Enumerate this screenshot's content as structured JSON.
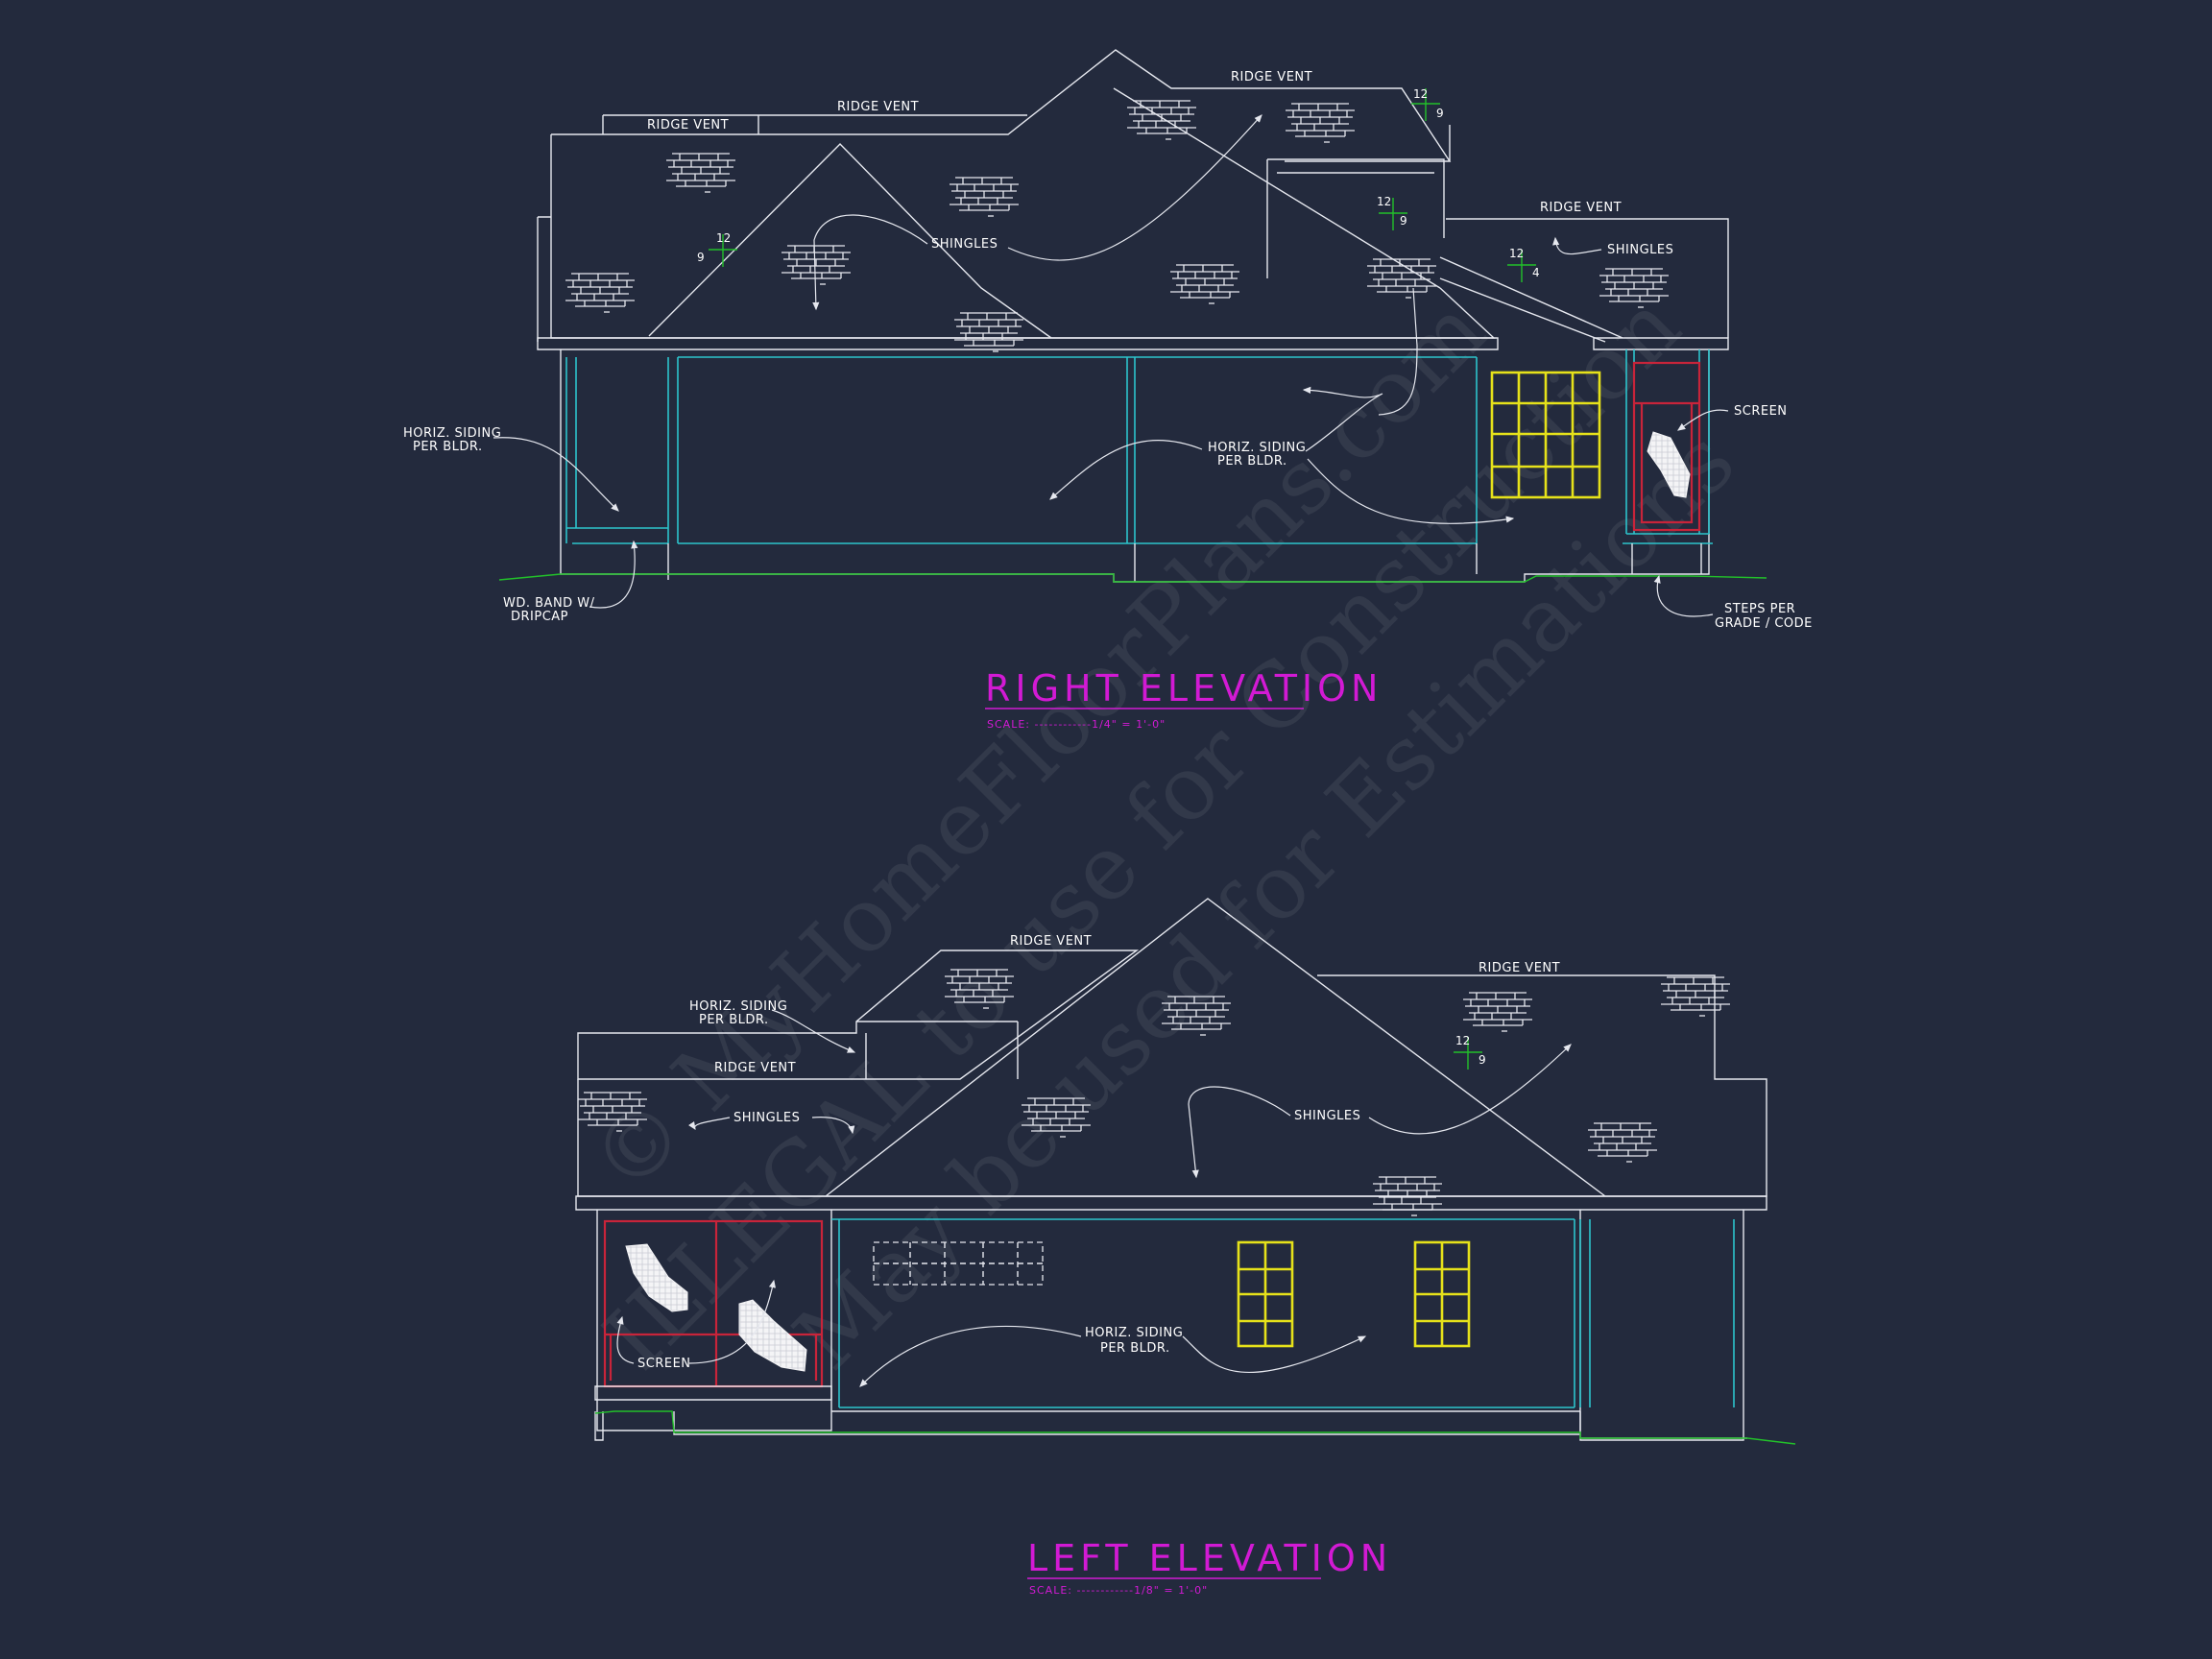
{
  "watermark": {
    "line1": "© MyHomeFloorPlans.com",
    "line2": "ILLEGAL to use for Construction",
    "line3": "May be used for Estimations"
  },
  "right_elevation": {
    "title": "RIGHT ELEVATION",
    "scale": "SCALE: ------------1/4\" = 1'-0\"",
    "labels": {
      "ridge_vent_1": "RIDGE VENT",
      "ridge_vent_2": "RIDGE VENT",
      "ridge_vent_3": "RIDGE VENT",
      "ridge_vent_4": "RIDGE VENT",
      "shingles_1": "SHINGLES",
      "shingles_2": "SHINGLES",
      "siding_left_1": "HORIZ. SIDING",
      "siding_left_2": "PER BLDR.",
      "siding_mid_1": "HORIZ. SIDING",
      "siding_mid_2": "PER BLDR.",
      "band_1": "WD. BAND W/",
      "band_2": "DRIPCAP",
      "screen": "SCREEN",
      "steps_1": "STEPS PER",
      "steps_2": "GRADE / CODE"
    },
    "pitches": [
      {
        "rise": "12",
        "run": "9"
      },
      {
        "rise": "12",
        "run": "9"
      },
      {
        "rise": "12",
        "run": "9"
      },
      {
        "rise": "12",
        "run": "4"
      }
    ]
  },
  "left_elevation": {
    "title": "LEFT ELEVATION",
    "scale": "SCALE: ------------1/8\" = 1'-0\"",
    "labels": {
      "ridge_vent_1": "RIDGE VENT",
      "ridge_vent_2": "RIDGE VENT",
      "ridge_vent_3": "RIDGE VENT",
      "siding_top_1": "HORIZ. SIDING",
      "siding_top_2": "PER BLDR.",
      "shingles_1": "SHINGLES",
      "shingles_2": "SHINGLES",
      "siding_mid_1": "HORIZ. SIDING",
      "siding_mid_2": "PER BLDR.",
      "screen": "SCREEN"
    },
    "pitches": [
      {
        "rise": "12",
        "run": "9"
      }
    ]
  },
  "colors": {
    "background": "#232a3d",
    "lines": "#e6e8ef",
    "trim": "#2cc4cc",
    "ground": "#22c02a",
    "windows": "#e6e21a",
    "screen_frames": "#c8243a",
    "titles": "#d21ad4"
  }
}
